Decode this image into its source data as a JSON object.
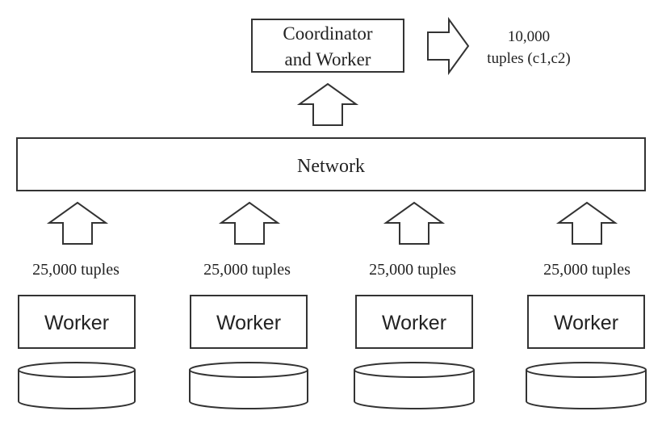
{
  "coordinator": {
    "line1": "Coordinator",
    "line2": "and Worker"
  },
  "output": {
    "line1": "10,000",
    "line2": "tuples (c1,c2)"
  },
  "network": {
    "label": "Network"
  },
  "workers": [
    {
      "label": "Worker",
      "tuples": "25,000 tuples"
    },
    {
      "label": "Worker",
      "tuples": "25,000 tuples"
    },
    {
      "label": "Worker",
      "tuples": "25,000 tuples"
    },
    {
      "label": "Worker",
      "tuples": "25,000 tuples"
    }
  ],
  "colors": {
    "stroke": "#333333",
    "fill": "#ffffff",
    "text": "#222222"
  }
}
